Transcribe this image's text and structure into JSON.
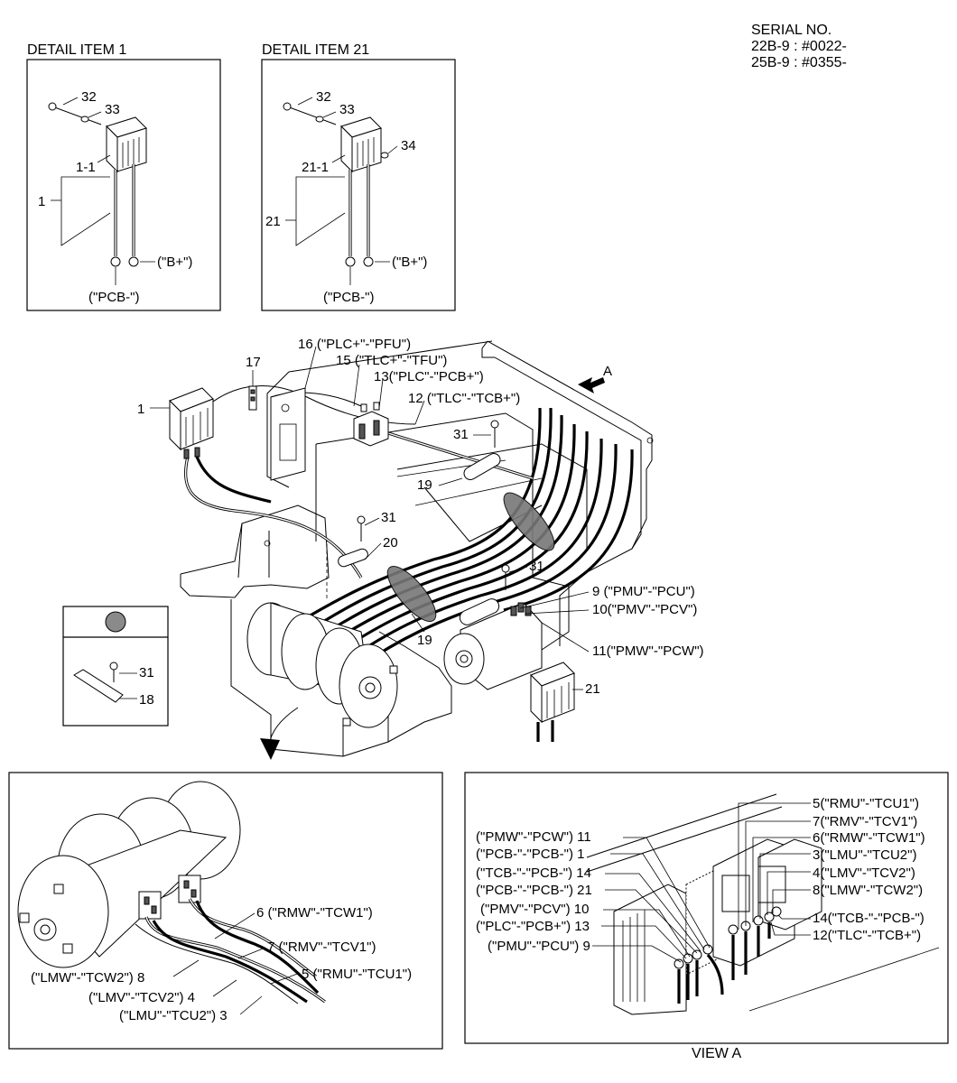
{
  "serial": {
    "title": "SERIAL NO.",
    "line1": "22B-9 : #0022-",
    "line2": "25B-9 : #0355-"
  },
  "detail1": {
    "title": "DETAIL ITEM 1",
    "labels": {
      "l32": "32",
      "l33": "33",
      "l1_1": "1-1",
      "l1": "1",
      "bplus": "(\"B+\")",
      "pcb": "(\"PCB-\")"
    }
  },
  "detail21": {
    "title": "DETAIL ITEM 21",
    "labels": {
      "l32": "32",
      "l33": "33",
      "l34": "34",
      "l21_1": "21-1",
      "l21": "21",
      "bplus": "(\"B+\")",
      "pcb": "(\"PCB-\")"
    }
  },
  "main": {
    "labels": {
      "l16": "16 (\"PLC+\"-\"PFU\")",
      "l15": "15 (\"TLC+\"-\"TFU\")",
      "l13": "13(\"PLC\"-\"PCB+\")",
      "l12": "12 (\"TLC\"-\"TCB+\")",
      "l17": "17",
      "l1": "1",
      "l31a": "31",
      "l19a": "19",
      "l31b": "31",
      "l20": "20",
      "l31c": "31",
      "l9": "9 (\"PMU\"-\"PCU\")",
      "l10": "10(\"PMV\"-\"PCV\")",
      "l11": "11(\"PMW\"-\"PCW\")",
      "l19b": "19",
      "l21": "21",
      "arrowA": "A"
    }
  },
  "inset": {
    "labels": {
      "l31": "31",
      "l18": "18"
    }
  },
  "motor_detail": {
    "labels": {
      "l6": "6 (\"RMW\"-\"TCW1\")",
      "l7": "7 (\"RMV\"-\"TCV1\")",
      "l5": "5 (\"RMU\"-\"TCU1\")",
      "l8": "(\"LMW\"-\"TCW2\") 8",
      "l4": "(\"LMV\"-\"TCV2\") 4",
      "l3": "(\"LMU\"-\"TCU2\") 3"
    }
  },
  "view_a": {
    "title": "VIEW A",
    "left_labels": [
      "(\"PMW\"-\"PCW\") 11",
      "(\"PCB-\"-\"PCB-\") 1",
      "(\"TCB-\"-\"PCB-\") 14",
      "(\"PCB-\"-\"PCB-\") 21",
      "(\"PMV\"-\"PCV\") 10",
      "(\"PLC\"-\"PCB+\") 13",
      "(\"PMU\"-\"PCU\") 9"
    ],
    "right_labels": [
      "5(\"RMU\"-\"TCU1\")",
      "7(\"RMV\"-\"TCV1\")",
      "6(\"RMW\"-\"TCW1\")",
      "3(\"LMU\"-\"TCU2\")",
      "4(\"LMV\"-\"TCV2\")",
      "8(\"LMW\"-\"TCW2\")",
      "14(\"TCB-\"-\"PCB-\")",
      "12(\"TLC\"-\"TCB+\")"
    ]
  }
}
